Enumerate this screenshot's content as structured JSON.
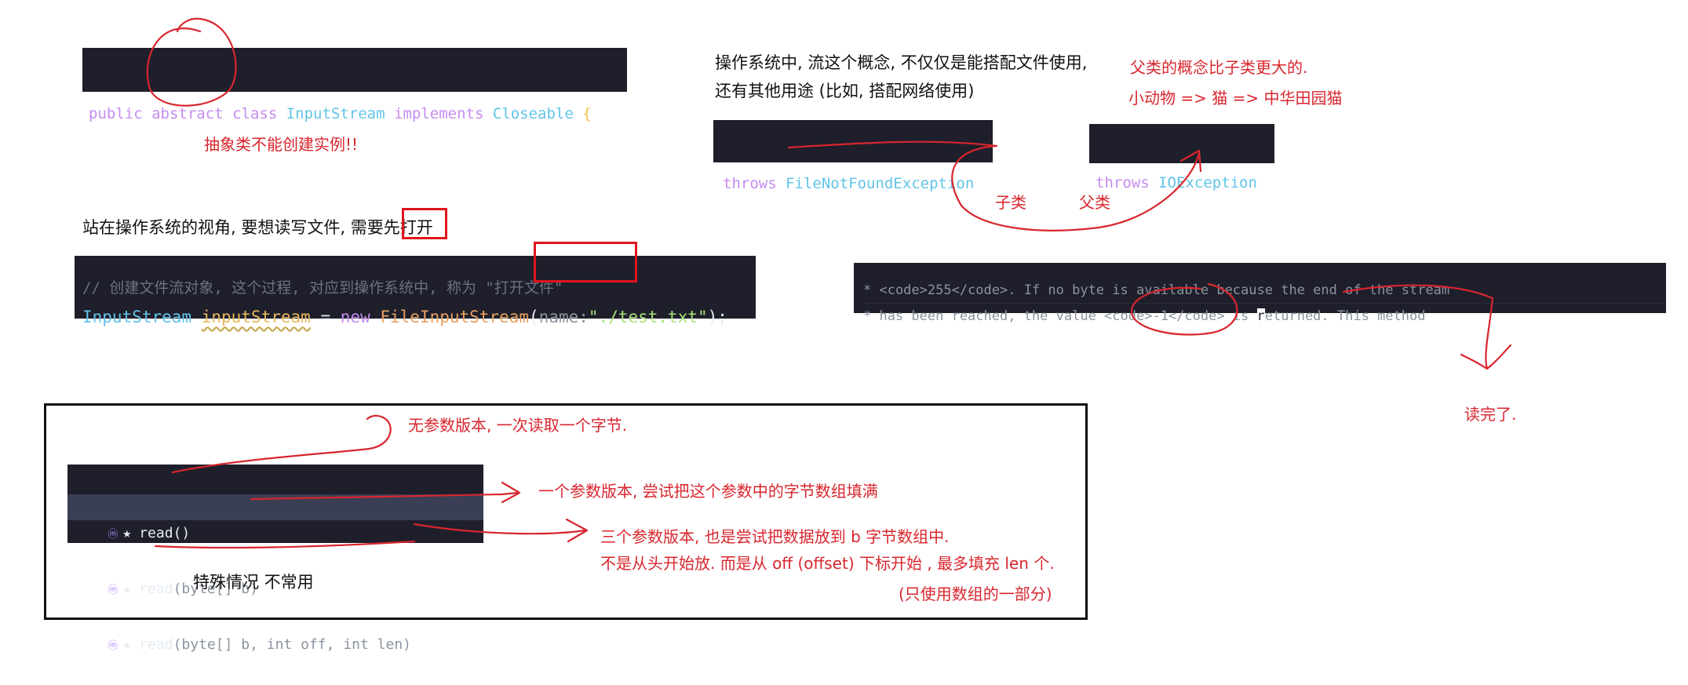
{
  "code_snippets": {
    "class_decl": {
      "public": "public",
      "abstract": "abstract",
      "class": "class",
      "name": "InputStream",
      "implements": "implements",
      "iface": "Closeable",
      "brace": "{"
    },
    "throws_fnf": {
      "throws": "throws",
      "exc": "FileNotFoundException"
    },
    "throws_io": {
      "throws": "throws",
      "exc": "IOException"
    },
    "open_file": {
      "comment": "// 创建文件流对象, 这个过程, 对应到操作系统中, 称为 \"打开文件\"",
      "type": "InputStream",
      "var": "inputStream",
      "op": "=",
      "new_kw": "new",
      "ctor": "FileInputStream",
      "open_paren": "(",
      "param_hint": "name:",
      "arg": "\"./test.txt\"",
      "close": ");"
    },
    "javadoc": {
      "line1": "* <code>255</code>. If no byte is available because the end of the stream",
      "line2_a": "* has been reached, the value <code>-1</code> is ",
      "line2_cursor": "r",
      "line2_b": "eturned. This method"
    },
    "read_menu": [
      {
        "name": "read",
        "params": "()"
      },
      {
        "name": "read",
        "params": "(byte[] b)"
      },
      {
        "name": "read",
        "params": "(byte[] b, int off, int len)"
      }
    ]
  },
  "notes": {
    "abstract_note": "抽象类不能创建实例!!",
    "os_view": "站在操作系统的视角, 要想读写文件, 需要先打开",
    "stream_concept_1": "操作系统中, 流这个概念, 不仅仅是能搭配文件使用,",
    "stream_concept_2": "还有其他用途 (比如, 搭配网络使用)",
    "parent_bigger": "父类的概念比子类更大的.",
    "animal_chain": "小动物 => 猫 => 中华田园猫",
    "subclass": "子类",
    "parentclass": "父类",
    "read_done": "读完了.",
    "read_no_param": "无参数版本, 一次读取一个字节.",
    "read_one_param": "一个参数版本, 尝试把这个参数中的字节数组填满",
    "read_three_param_1": "三个参数版本, 也是尝试把数据放到 b 字节数组中.",
    "read_three_param_2": "不是从头开始放. 而是从 off (offset) 下标开始   , 最多填充 len 个.",
    "read_three_param_3": "(只使用数组的一部分)",
    "special_case": "特殊情况 不常用"
  },
  "colors": {
    "annotation": "#d8262e",
    "code_bg": "#1e1f2b",
    "keyword": "#c58cf0",
    "type": "#62c4e8"
  }
}
